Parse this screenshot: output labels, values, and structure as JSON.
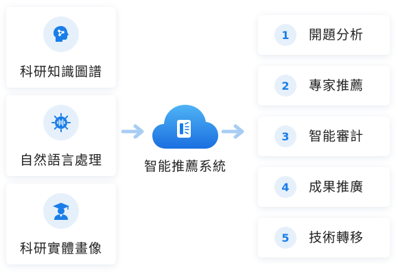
{
  "inputs": [
    {
      "label": "科研知識圖譜",
      "icon": "brain-network-icon"
    },
    {
      "label": "自然語言處理",
      "icon": "virus-waveform-icon"
    },
    {
      "label": "科研實體畫像",
      "icon": "graduate-avatar-icon"
    }
  ],
  "center": {
    "label": "智能推薦系統",
    "icon": "cloud-ai-icon"
  },
  "outputs": [
    {
      "num": "1",
      "label": "開題分析"
    },
    {
      "num": "2",
      "label": "專家推薦"
    },
    {
      "num": "3",
      "label": "智能審計"
    },
    {
      "num": "4",
      "label": "成果推廣"
    },
    {
      "num": "5",
      "label": "技術轉移"
    }
  ],
  "colors": {
    "accent": "#1a7ee8",
    "icon_bg": "#e6f0fb",
    "cloud_light": "#4fb3f5",
    "cloud_dark": "#1a6fe0",
    "arrow": "#a8cdf5"
  }
}
